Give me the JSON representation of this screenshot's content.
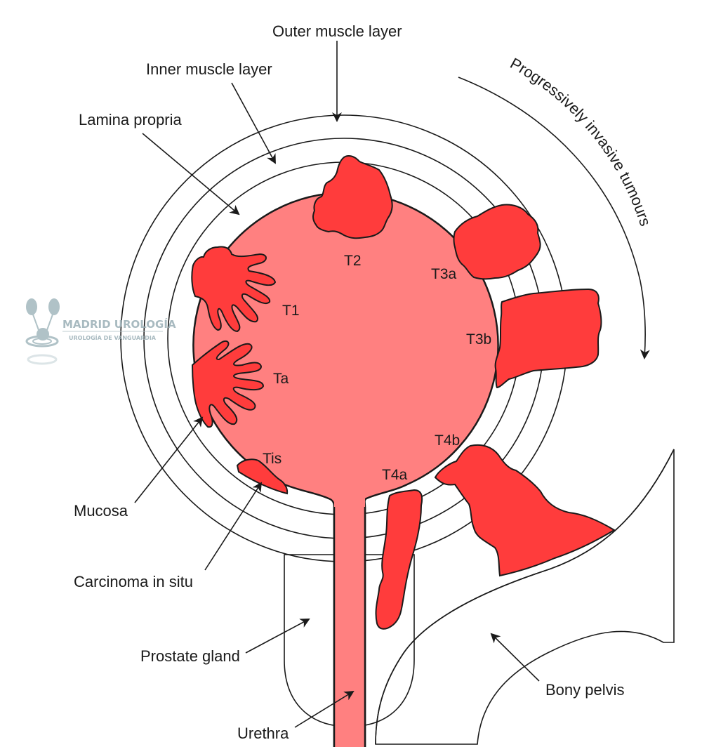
{
  "title": "Bladder cancer staging diagram",
  "colors": {
    "outer_muscle": "#e07ee0",
    "inner_muscle": "#f4bdf0",
    "lamina_propria": "#ffc4c0",
    "lumen": "#ff8080",
    "tumour": "#ff3c3c",
    "prostate": "#f9c3ea",
    "bone": "#fffdea",
    "outline": "#1a1a1a"
  },
  "labels": {
    "outer_muscle_layer": "Outer muscle layer",
    "inner_muscle_layer": "Inner muscle layer",
    "lamina_propria": "Lamina propria",
    "mucosa": "Mucosa",
    "carcinoma_in_situ": "Carcinoma in situ",
    "prostate_gland": "Prostate gland",
    "urethra": "Urethra",
    "bony_pelvis": "Bony pelvis",
    "progression": "Progressively invasive tumours"
  },
  "stages": {
    "tis": "Tis",
    "ta": "Ta",
    "t1": "T1",
    "t2": "T2",
    "t3a": "T3a",
    "t3b": "T3b",
    "t4a": "T4a",
    "t4b": "T4b"
  },
  "watermark": {
    "name": "MADRID UROLOGÍA",
    "tagline": "UROLOGÍA DE VANGUARDIA"
  }
}
